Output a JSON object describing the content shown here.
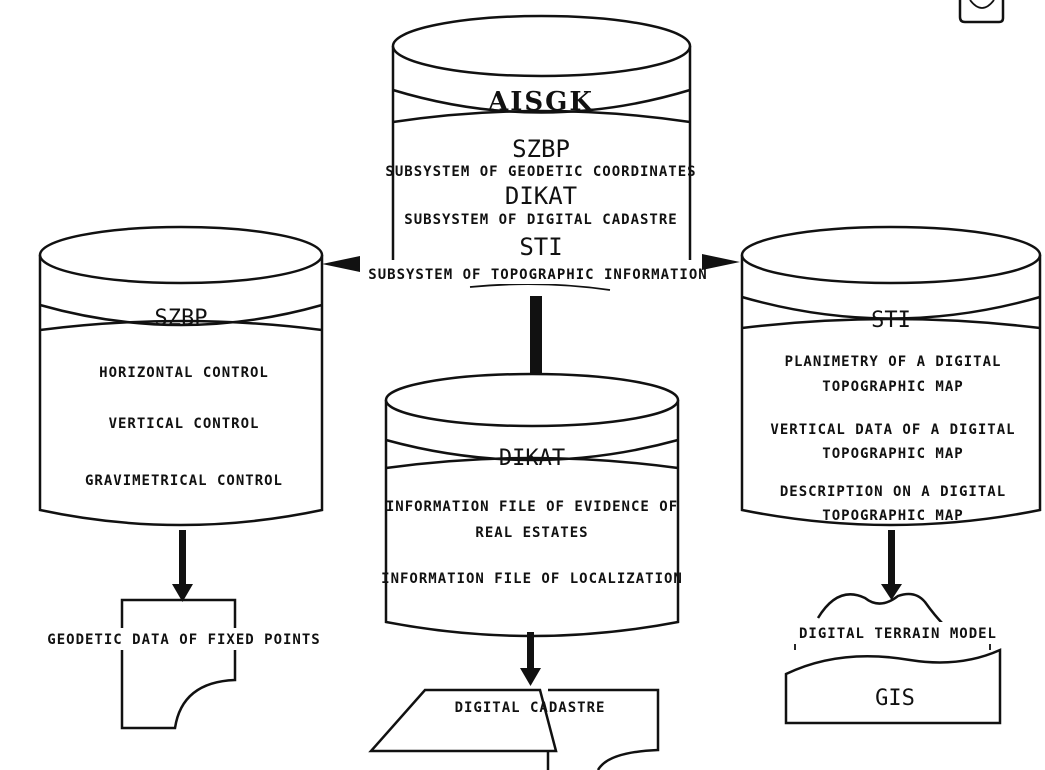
{
  "main_db": {
    "title": "AISGK",
    "szbp_code": "SZBP",
    "szbp_desc": "SUBSYSTEM OF GEODETIC COORDINATES",
    "dikat_code": "DIKAT",
    "dikat_desc": "SUBSYSTEM OF DIGITAL CADASTRE",
    "sti_code": "STI",
    "sti_desc": "SUBSYSTEM OF TOPOGRAPHIC INFORMATION"
  },
  "szbp_db": {
    "title": "SZBP",
    "items": [
      "HORIZONTAL CONTROL",
      "VERTICAL CONTROL",
      "GRAVIMETRICAL CONTROL"
    ]
  },
  "dikat_db": {
    "title": "DIKAT",
    "items": [
      "INFORMATION FILE OF EVIDENCE OF",
      "REAL ESTATES",
      "INFORMATION FILE OF LOCALIZATION"
    ]
  },
  "sti_db": {
    "title": "STI",
    "items": [
      "PLANIMETRY OF A DIGITAL",
      "TOPOGRAPHIC MAP",
      "VERTICAL DATA OF A DIGITAL",
      "TOPOGRAPHIC MAP",
      "DESCRIPTION ON A DIGITAL",
      "TOPOGRAPHIC MAP"
    ]
  },
  "outputs": {
    "geodetic": "GEODETIC DATA OF FIXED POINTS",
    "cadastre": "DIGITAL CADASTRE",
    "terrain": "DIGITAL TERRAIN MODEL",
    "gis": "GIS"
  }
}
